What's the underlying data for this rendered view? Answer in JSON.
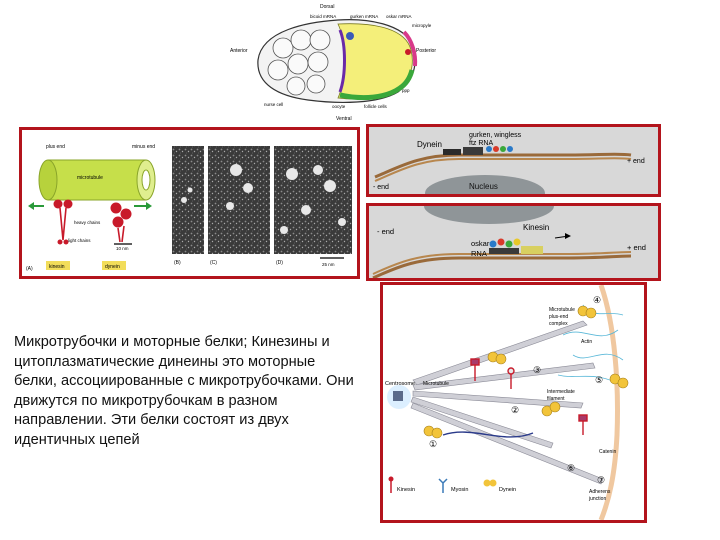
{
  "egg": {
    "labels": {
      "dorsal": "Dorsal",
      "ventral": "Ventral",
      "anterior": "Anterior",
      "posterior": "Posterior",
      "bicoid": "bicoid mRNA",
      "gurken": "gurken mRNA",
      "oskar": "oskar mRNA",
      "micropyle": "micropyle",
      "nurse_cell": "nurse cell",
      "oocyte": "oocyte",
      "follicle_cells": "follicle cells",
      "ppp": "ppp"
    }
  },
  "micrograph": {
    "labels": {
      "plus_end": "plus end",
      "minus_end": "minus end",
      "microtubule": "microtubule",
      "heavy_chains": "heavy chains",
      "light_chains": "light chains",
      "scale_small": "10 nm",
      "scale_large": "25 nm",
      "a": "(A)",
      "b": "(B)",
      "c": "(C)",
      "d": "(D)",
      "kinesin": "kinesin",
      "dynein": "dynein"
    },
    "colors": {
      "kinesin": "#c81a2a",
      "dynein": "#e8b700",
      "microtubule": "#c6df4a"
    }
  },
  "dynein_track": {
    "labels": {
      "motor": "Dynein",
      "cargo_line1": "gurken, wingless",
      "cargo_line2": "ftz RNA",
      "plus_end": "+ end",
      "minus_end": "- end",
      "nucleus": "Nucleus"
    }
  },
  "kinesin_track": {
    "labels": {
      "motor": "Kinesin",
      "cargo_line1": "oskar",
      "cargo_line2": "RNA",
      "plus_end": "+ end",
      "minus_end": "- end"
    }
  },
  "cell_diagram": {
    "labels": {
      "centrosome": "Centrosome",
      "microtubule": "Microtubule",
      "plus_end_complex_1": "Microtubule",
      "plus_end_complex_2": "plus-end",
      "plus_end_complex_3": "complex",
      "actin": "Actin",
      "intermediate_1": "Intermediate",
      "intermediate_2": "filament",
      "catenin": "Catenin",
      "adherens_1": "Adherens",
      "adherens_2": "junction",
      "n1": "①",
      "n2": "②",
      "n3": "③",
      "n4": "④",
      "n5": "⑤",
      "n6": "⑥",
      "n7": "⑦"
    },
    "legend": {
      "kinesin": "Kinesin",
      "myosin": "Myosin",
      "dynein": "Dynein"
    }
  },
  "caption": "Микротрубочки и моторные белки; Кинезины и цитоплазматические динеины это моторные белки, ассоциированные с микротрубочками. Они движутся по микротрубочкам в разном направлении. Эти белки состоят из двух идентичных цепей"
}
